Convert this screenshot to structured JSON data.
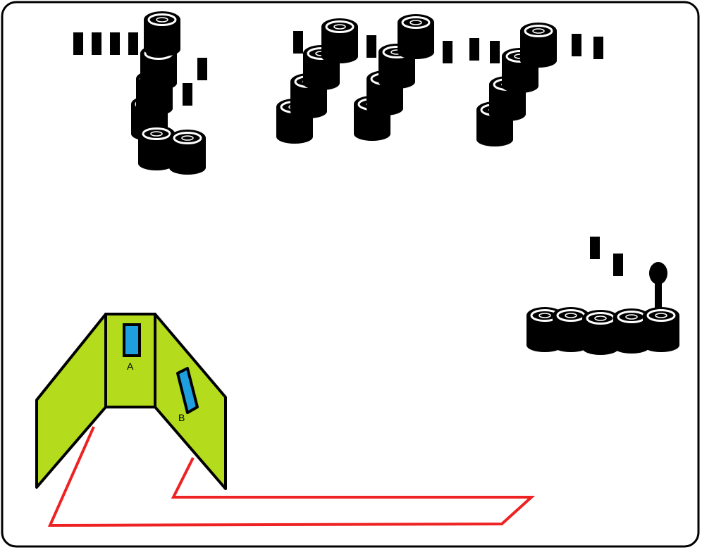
{
  "colors": {
    "frame": "#000000",
    "background": "#ffffff",
    "panel": "#b4dc1c",
    "window": "#1ea0e0",
    "path": "#ee2222",
    "objects": "#000000"
  },
  "windows": [
    {
      "id": "A",
      "label": "A"
    },
    {
      "id": "B",
      "label": "B"
    }
  ],
  "icons": {
    "cylinder": "cylinder-icon",
    "block": "block-icon",
    "joystick": "joystick-icon"
  }
}
